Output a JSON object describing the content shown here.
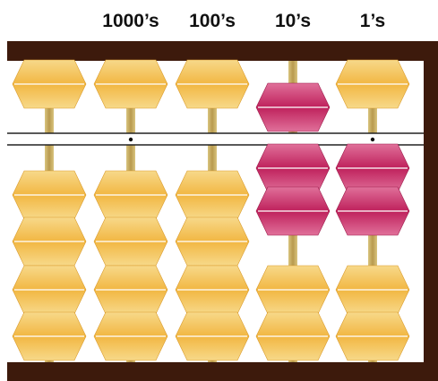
{
  "column_labels": [
    "",
    "1000’s",
    "100’s",
    "10’s",
    "1’s"
  ],
  "colors": {
    "frame": "#3d1a0c",
    "rod": "#b89a4e",
    "bead_gold": "#f2b845",
    "bead_gold_light": "#f7d98a",
    "bead_red": "#c0245e",
    "bead_red_light": "#e0709a",
    "beam_line": "#222222",
    "dot": "#111111"
  },
  "columns": [
    {
      "heaven_active": false,
      "earth_active": 0
    },
    {
      "heaven_active": false,
      "earth_active": 0
    },
    {
      "heaven_active": false,
      "earth_active": 0
    },
    {
      "heaven_active": true,
      "earth_active": 2
    },
    {
      "heaven_active": false,
      "earth_active": 2
    }
  ],
  "unit_dot_columns": [
    1,
    4
  ]
}
